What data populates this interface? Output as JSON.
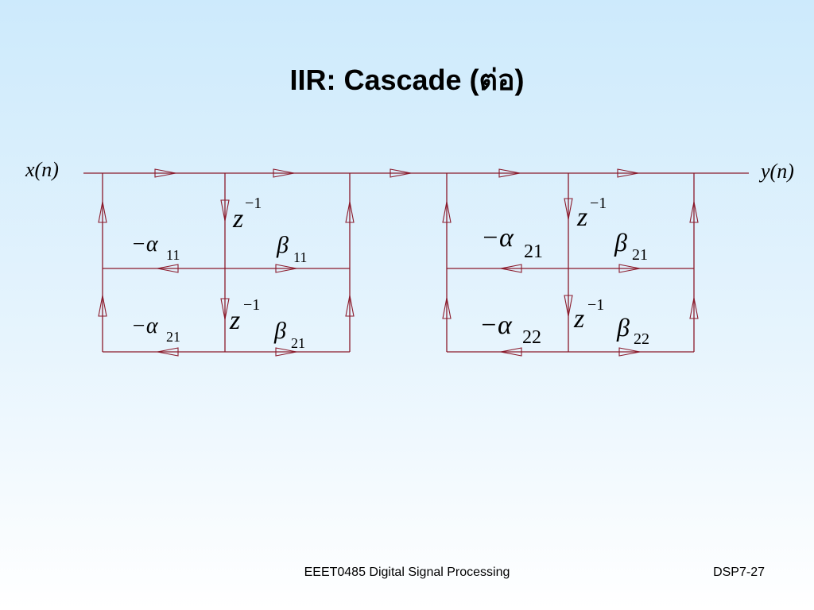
{
  "slide": {
    "title": "IIR: Cascade (ต่อ)",
    "course": "EEET0485 Digital Signal Processing",
    "slide_number": "DSP7-27"
  },
  "diagram": {
    "input_label": "x(n)",
    "output_label": "y(n)",
    "delay_label": "z",
    "delay_exponent": "−1",
    "stage1": {
      "alpha_top": {
        "symbol": "−α",
        "sub": "11"
      },
      "beta_top": {
        "symbol": "β",
        "sub": "11"
      },
      "alpha_bottom": {
        "symbol": "−α",
        "sub": "21"
      },
      "beta_bottom": {
        "symbol": "β",
        "sub": "21"
      }
    },
    "stage2": {
      "alpha_top": {
        "symbol": "−α",
        "sub": "21"
      },
      "beta_top": {
        "symbol": "β",
        "sub": "21"
      },
      "alpha_bottom": {
        "symbol": "−α",
        "sub": "22"
      },
      "beta_bottom": {
        "symbol": "β",
        "sub": "22"
      }
    }
  }
}
